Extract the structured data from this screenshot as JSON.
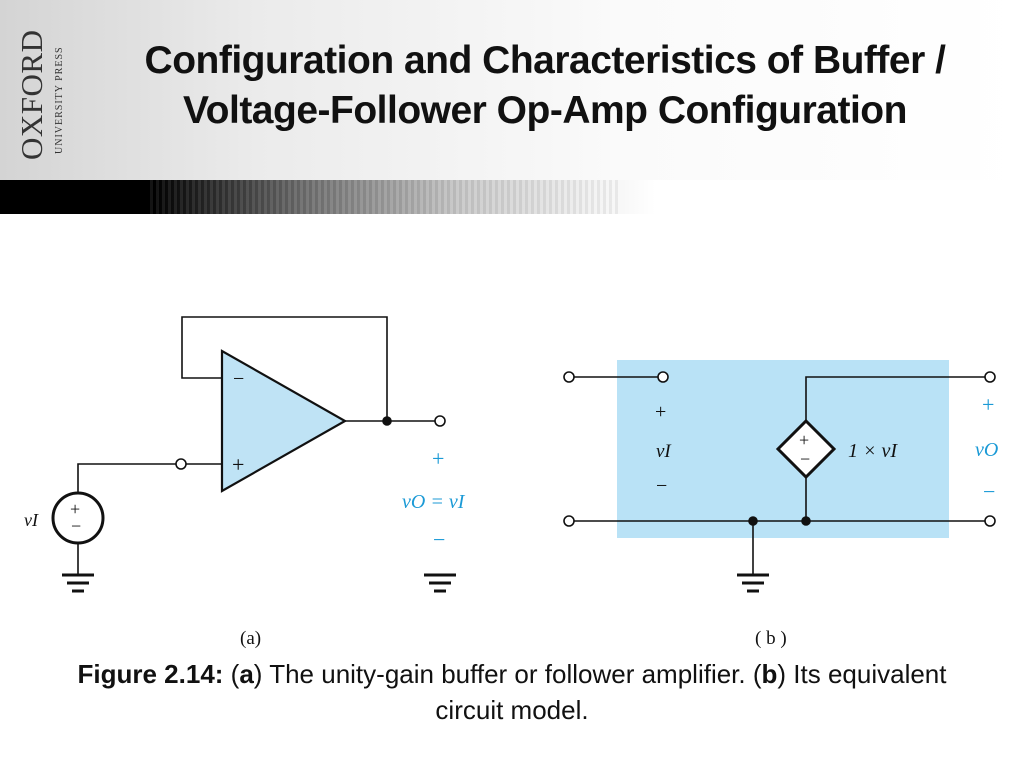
{
  "logo": {
    "brand": "OXFORD",
    "subtitle": "UNIVERSITY PRESS"
  },
  "title": {
    "line1": "Configuration and Characteristics of Buffer /",
    "line2": "Voltage-Follower Op-Amp Configuration"
  },
  "figure_a": {
    "label": "(a)",
    "opamp_minus": "−",
    "opamp_plus": "+",
    "source_plus": "+",
    "source_minus": "−",
    "input_label": "vI",
    "output_plus": "+",
    "output_label": "vO = vI",
    "output_minus": "−"
  },
  "figure_b": {
    "label": "( b )",
    "input_plus": "+",
    "input_label": "vI",
    "input_minus": "−",
    "source_plus": "+",
    "source_minus": "−",
    "source_label": "1 × vI",
    "output_plus": "+",
    "output_label": "vO",
    "output_minus": "−"
  },
  "caption": {
    "prefix": "Figure 2.14:",
    "open_a": " (",
    "a": "a",
    "text_a": ") The unity-gain buffer or follower amplifier. (",
    "b": "b",
    "text_b": ") Its equivalent circuit model."
  },
  "colors": {
    "opamp_fill": "#bfe3f5",
    "model_box_fill": "#b9e2f6",
    "label_blue": "#1b9ad6",
    "wire": "#111111"
  }
}
